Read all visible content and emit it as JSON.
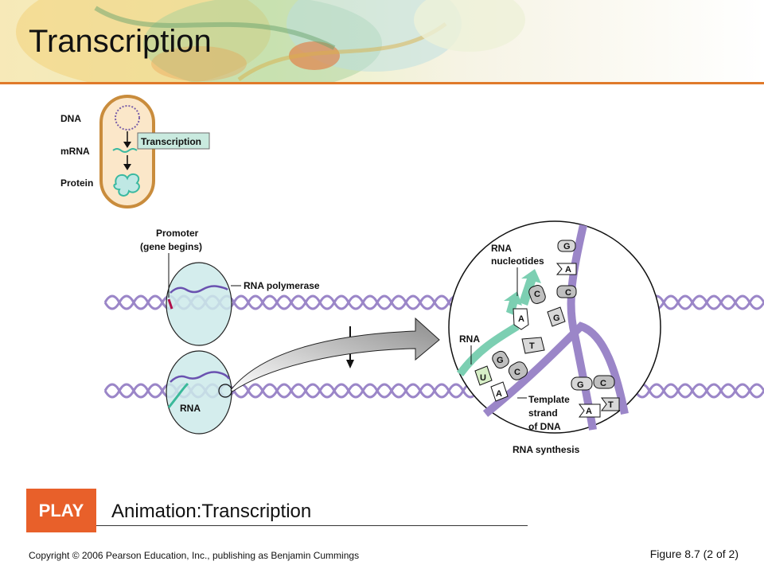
{
  "slide": {
    "title": "Transcription",
    "footer": {
      "copyright": "Copyright © 2006 Pearson Education, Inc., publishing as Benjamin Cummings",
      "figure_ref": "Figure 8.7 (2 of 2)"
    }
  },
  "overview": {
    "dna": "DNA",
    "mrna": "mRNA",
    "protein": "Protein",
    "step": "Transcription"
  },
  "diagram": {
    "promoter_line1": "Promoter",
    "promoter_line2": "(gene begins)",
    "rna_polymerase": "RNA polymerase",
    "rna_lower": "RNA",
    "nucleotides_line1": "RNA",
    "nucleotides_line2": "nucleotides",
    "rna_zoom": "RNA",
    "template_line1": "Template",
    "template_line2": "strand",
    "template_line3": "of DNA",
    "caption": "RNA synthesis",
    "bases": {
      "g1": "G",
      "a1": "A",
      "c1": "C",
      "c2": "C",
      "g2": "G",
      "a2": "A",
      "t1": "T",
      "g3": "G",
      "c3": "C",
      "u1": "U",
      "a3": "A",
      "g4": "G",
      "c4": "C",
      "a4": "A",
      "t2": "T"
    }
  },
  "animation": {
    "play_label": "PLAY",
    "title": "Animation:Transcription"
  },
  "colors": {
    "accent_orange": "#e07a2a",
    "play_button": "#e8602a",
    "dna_strand": "#9b86c8",
    "rna_green": "#7ccfb2",
    "cell_fill": "#cdeaea"
  }
}
